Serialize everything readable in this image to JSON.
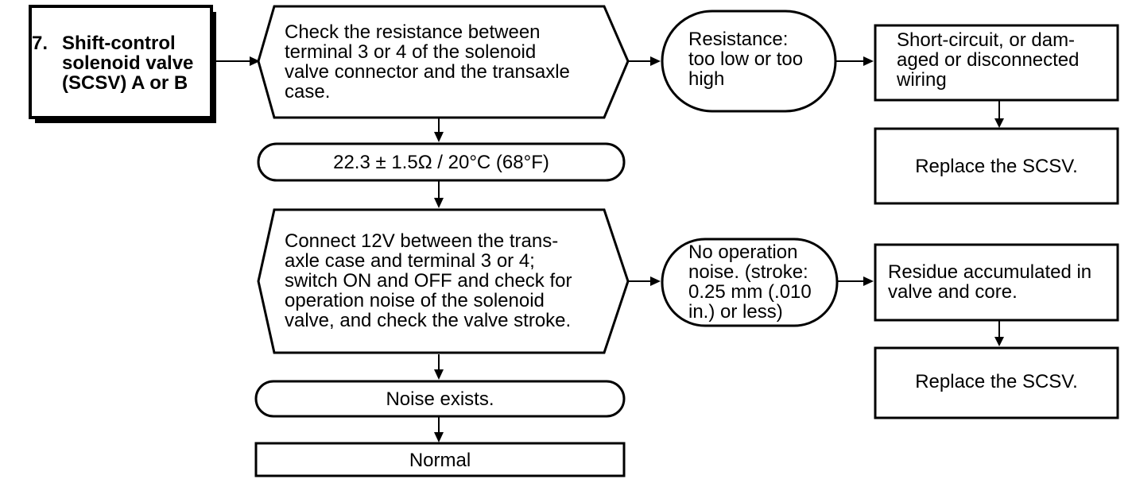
{
  "title": {
    "number": "7.",
    "text": "Shift-control\nsolenoid valve\n(SCSV) A or B"
  },
  "steps": {
    "check_resistance": "Check the resistance between\nterminal 3 or 4 of the solenoid\nvalve connector and the transaxle\ncase.",
    "resistance_ok": "22.3 ± 1.5Ω / 20°C (68°F)",
    "resistance_bad": "Resistance:\ntoo low or too\nhigh",
    "wiring_fault": "Short-circuit, or dam-\naged or disconnected\nwiring",
    "replace_1": "Replace the SCSV.",
    "connect_12v": "Connect 12V between the trans-\naxle case and terminal 3 or 4;\nswitch ON and OFF and check for\noperation noise of the solenoid\nvalve, and check the valve stroke.",
    "no_noise": "No operation\nnoise. (stroke:\n0.25 mm (.010\nin.) or less)",
    "residue": "Residue accumulated in\nvalve and core.",
    "replace_2": "Replace the SCSV.",
    "noise_exists": "Noise exists.",
    "normal": "Normal"
  }
}
